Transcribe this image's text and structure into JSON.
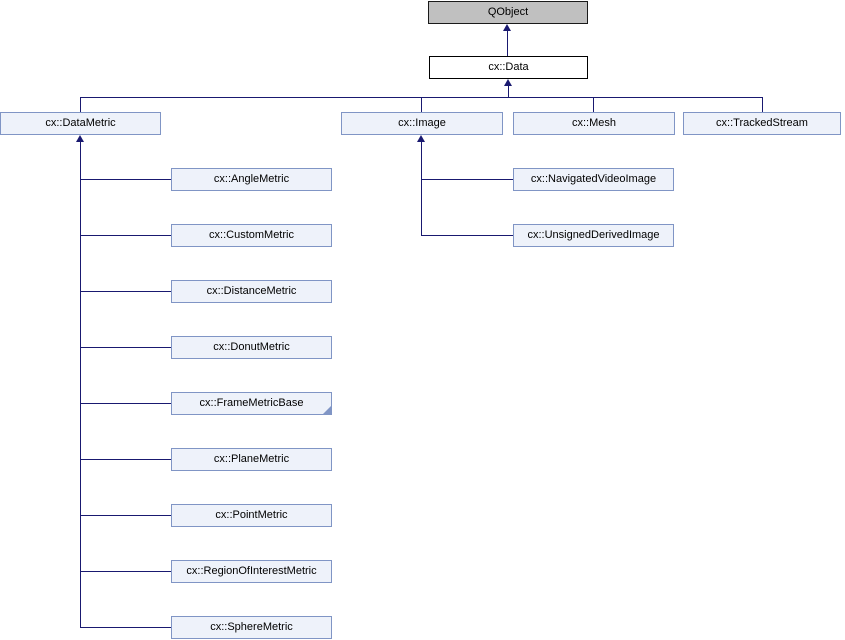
{
  "diagram": {
    "kind": "class-inheritance-graph",
    "colors": {
      "edge": "#191970",
      "node_border": "#8095c5",
      "node_fill": "#eef2fa",
      "external_node_fill": "#c0c0c0",
      "external_node_border": "#1a1a1a",
      "current_node_fill": "#ffffff",
      "current_node_border": "#000000",
      "text": "#000000",
      "background": "#ffffff"
    },
    "nodes": {
      "qobject": {
        "label": "QObject",
        "kind": "external"
      },
      "data": {
        "label": "cx::Data",
        "kind": "current"
      },
      "datametric": {
        "label": "cx::DataMetric",
        "kind": "linked"
      },
      "image": {
        "label": "cx::Image",
        "kind": "linked"
      },
      "mesh": {
        "label": "cx::Mesh",
        "kind": "linked"
      },
      "trackedstream": {
        "label": "cx::TrackedStream",
        "kind": "linked"
      },
      "anglemetric": {
        "label": "cx::AngleMetric",
        "kind": "linked"
      },
      "custommetric": {
        "label": "cx::CustomMetric",
        "kind": "linked"
      },
      "distancemetric": {
        "label": "cx::DistanceMetric",
        "kind": "linked"
      },
      "donutmetric": {
        "label": "cx::DonutMetric",
        "kind": "linked"
      },
      "framemetricbase": {
        "label": "cx::FrameMetricBase",
        "kind": "linked",
        "truncated": true
      },
      "planemetric": {
        "label": "cx::PlaneMetric",
        "kind": "linked"
      },
      "pointmetric": {
        "label": "cx::PointMetric",
        "kind": "linked"
      },
      "regionofinterestmetric": {
        "label": "cx::RegionOfInterestMetric",
        "kind": "linked"
      },
      "spheremetric": {
        "label": "cx::SphereMetric",
        "kind": "linked"
      },
      "navigatedvideoimage": {
        "label": "cx::NavigatedVideoImage",
        "kind": "linked"
      },
      "unsignedderivedimage": {
        "label": "cx::UnsignedDerivedImage",
        "kind": "linked"
      }
    },
    "edges": [
      {
        "child": "cx::Data",
        "parent": "QObject"
      },
      {
        "child": "cx::DataMetric",
        "parent": "cx::Data"
      },
      {
        "child": "cx::Image",
        "parent": "cx::Data"
      },
      {
        "child": "cx::Mesh",
        "parent": "cx::Data"
      },
      {
        "child": "cx::TrackedStream",
        "parent": "cx::Data"
      },
      {
        "child": "cx::AngleMetric",
        "parent": "cx::DataMetric"
      },
      {
        "child": "cx::CustomMetric",
        "parent": "cx::DataMetric"
      },
      {
        "child": "cx::DistanceMetric",
        "parent": "cx::DataMetric"
      },
      {
        "child": "cx::DonutMetric",
        "parent": "cx::DataMetric"
      },
      {
        "child": "cx::FrameMetricBase",
        "parent": "cx::DataMetric"
      },
      {
        "child": "cx::PlaneMetric",
        "parent": "cx::DataMetric"
      },
      {
        "child": "cx::PointMetric",
        "parent": "cx::DataMetric"
      },
      {
        "child": "cx::RegionOfInterestMetric",
        "parent": "cx::DataMetric"
      },
      {
        "child": "cx::SphereMetric",
        "parent": "cx::DataMetric"
      },
      {
        "child": "cx::NavigatedVideoImage",
        "parent": "cx::Image"
      },
      {
        "child": "cx::UnsignedDerivedImage",
        "parent": "cx::Image"
      }
    ]
  }
}
